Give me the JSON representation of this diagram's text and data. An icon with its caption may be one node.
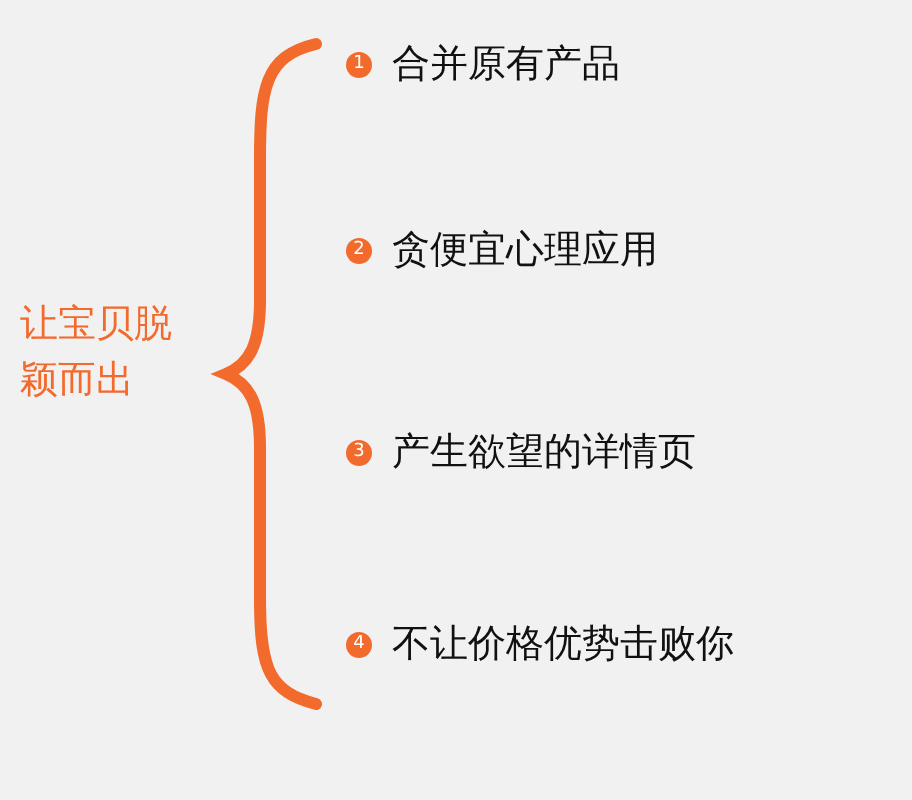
{
  "diagram": {
    "nodes": [
      {
        "text": [
          "1"
        ],
        "beside": [
          "合并原有产品"
        ]
      },
      {
        "text": [
          "2"
        ],
        "beside": [
          "贪便宜心理应用"
        ]
      },
      {
        "text": [
          "3"
        ],
        "beside": [
          "产生欲望的详情页"
        ]
      },
      {
        "text": [
          "4"
        ],
        "beside": [
          "不让价格优势击败你"
        ]
      }
    ],
    "labels": [
      "让宝贝脱颖而出"
    ]
  }
}
